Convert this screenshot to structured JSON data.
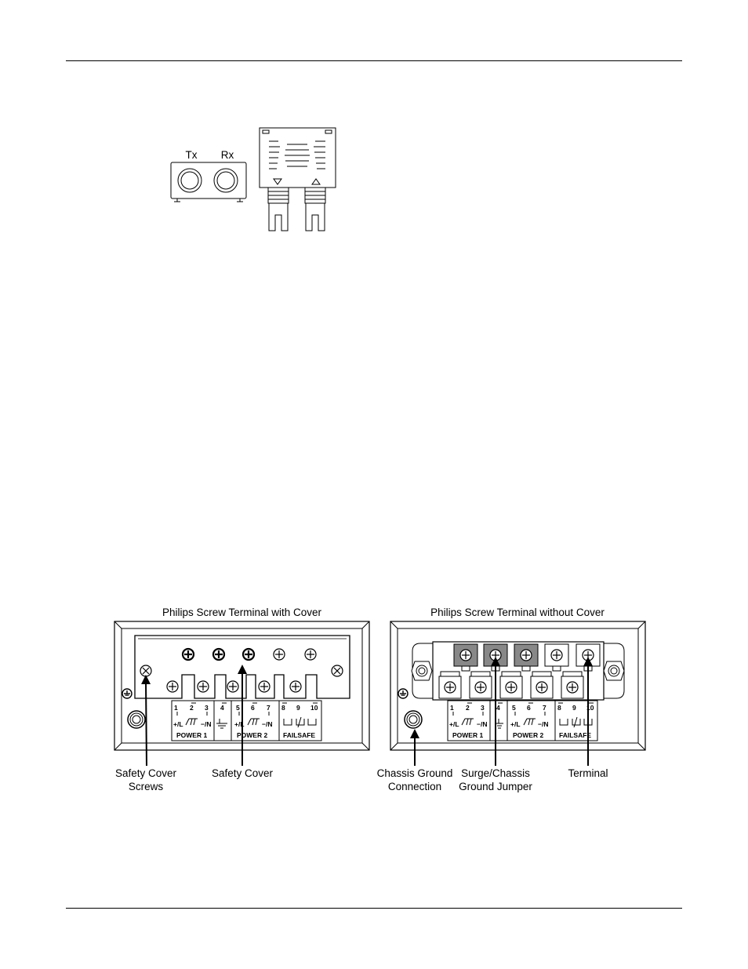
{
  "fiber_figure": {
    "tx_label": "Tx",
    "rx_label": "Rx"
  },
  "terminal_figure": {
    "left_title": "Philips Screw Terminal with Cover",
    "right_title": "Philips Screw Terminal without Cover",
    "terminal_numbers": [
      "1",
      "2",
      "3",
      "4",
      "5",
      "6",
      "7",
      "8",
      "9",
      "10"
    ],
    "pin_labels": {
      "plus_l": "+/L",
      "minus_n": "−/N"
    },
    "group_labels": {
      "power1": "POWER 1",
      "power2": "POWER 2",
      "failsafe": "FAILSAFE"
    },
    "callouts": {
      "safety_cover_screws": [
        "Safety Cover",
        "Screws"
      ],
      "safety_cover": [
        "Safety Cover"
      ],
      "chassis_ground_connection": [
        "Chassis Ground",
        "Connection"
      ],
      "surge_chassis_ground_jumper": [
        "Surge/Chassis",
        "Ground Jumper"
      ],
      "terminal": [
        "Terminal"
      ]
    }
  }
}
